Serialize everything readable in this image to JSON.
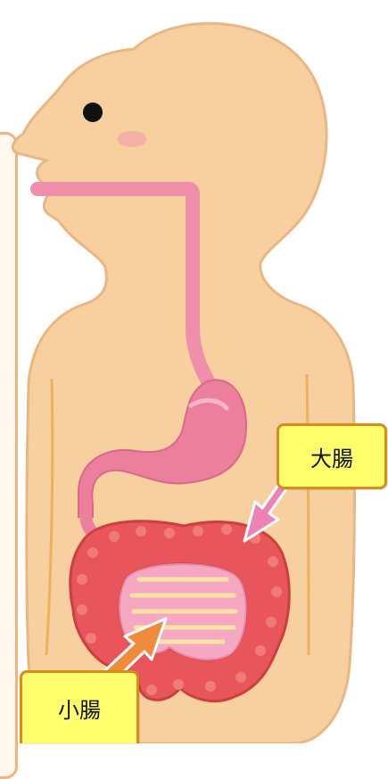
{
  "labels": {
    "large_intestine": "大腸",
    "small_intestine": "小腸"
  },
  "colors": {
    "skin": "#f8cf9f",
    "skin_outline": "#e9b784",
    "esophagus": "#ef8fab",
    "stomach": "#ec7f9d",
    "large_intestine": "#e8555a",
    "small_intestine": "#f6a7c1",
    "arrow_large": "#ec82b6",
    "arrow_small": "#ef8b3b",
    "label_fill": "#ffff6e",
    "label_border": "#d98c1a",
    "side_panel_border": "#f4b27a"
  },
  "icons": {
    "figure": "human-body-digestive-system-illustration",
    "arrow_large": "pink-arrow-icon",
    "arrow_small": "orange-arrow-icon"
  }
}
